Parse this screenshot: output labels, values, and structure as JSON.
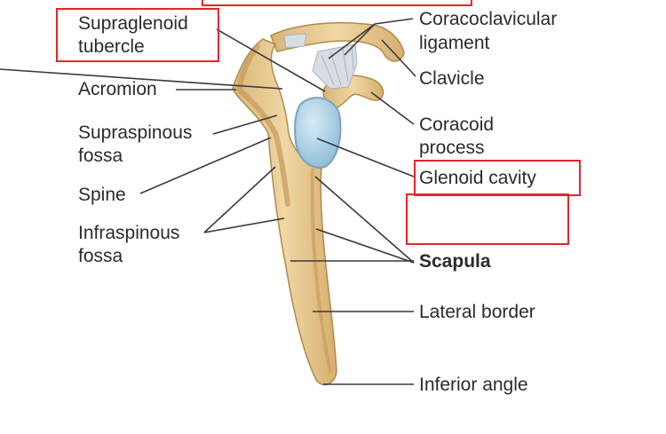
{
  "labels": {
    "supraglenoid_line1": "Supraglenoid",
    "supraglenoid_line2": "tubercle",
    "coracoclavicular_line1": "Coracoclavicular",
    "coracoclavicular_line2": "ligament",
    "clavicle": "Clavicle",
    "acromion": "Acromion",
    "coracoid_line1": "Coracoid",
    "coracoid_line2": "process",
    "supraspinous_line1": "Supraspinous",
    "supraspinous_line2": "fossa",
    "glenoid_cavity": "Glenoid cavity",
    "spine": "Spine",
    "infraspinous_line1": "Infraspinous",
    "infraspinous_line2": "fossa",
    "scapula": "Scapula",
    "lateral_border": "Lateral border",
    "inferior_angle": "Inferior angle"
  },
  "colors": {
    "bone_fill": "#e8c98f",
    "bone_stroke": "#b08a4c",
    "glenoid_fill": "#a9cfe2",
    "ligament": "#d8dde3",
    "leader_line": "#3a3a3a",
    "highlight_box": "#e5262b"
  }
}
